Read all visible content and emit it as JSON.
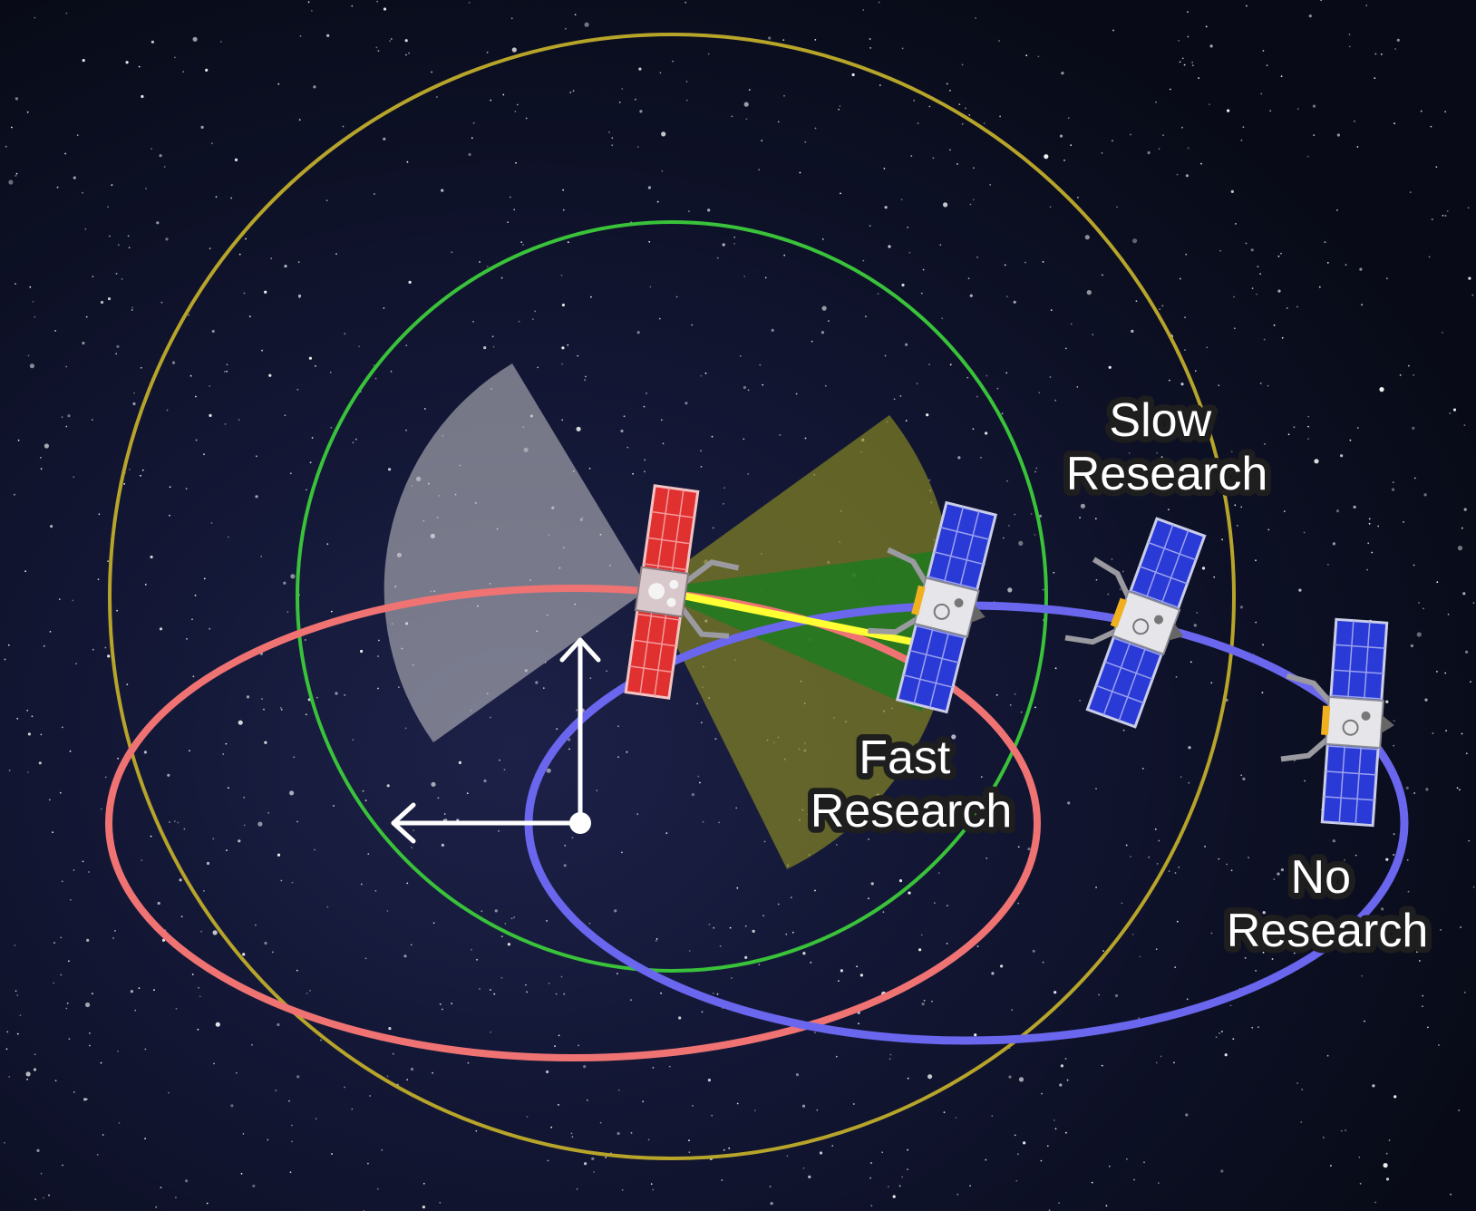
{
  "labels": {
    "slow_research": [
      "Slow",
      "Research"
    ],
    "fast_research": [
      "Fast",
      "Research"
    ],
    "no_research": [
      "No",
      "Research"
    ]
  },
  "colors": {
    "background": "#0a0e1e",
    "outer_range_circle": "#b7a42a",
    "inner_range_circle": "#39c23a",
    "chaser_orbit": "#f07373",
    "target_orbit": "#6a66ee",
    "gray_sector": "#c8c8cc",
    "olive_sector": "#8e8e22",
    "green_sector": "#1e7a1e",
    "link_line": "#ffff33",
    "frame_axes": "#ffffff",
    "chaser_panels": "#e03030",
    "target_panels": "#2a3ad6"
  },
  "icons": {
    "chaser_satellite": "satellite-icon",
    "target_satellites": "satellite-icon",
    "axes": "arrow-icon"
  }
}
